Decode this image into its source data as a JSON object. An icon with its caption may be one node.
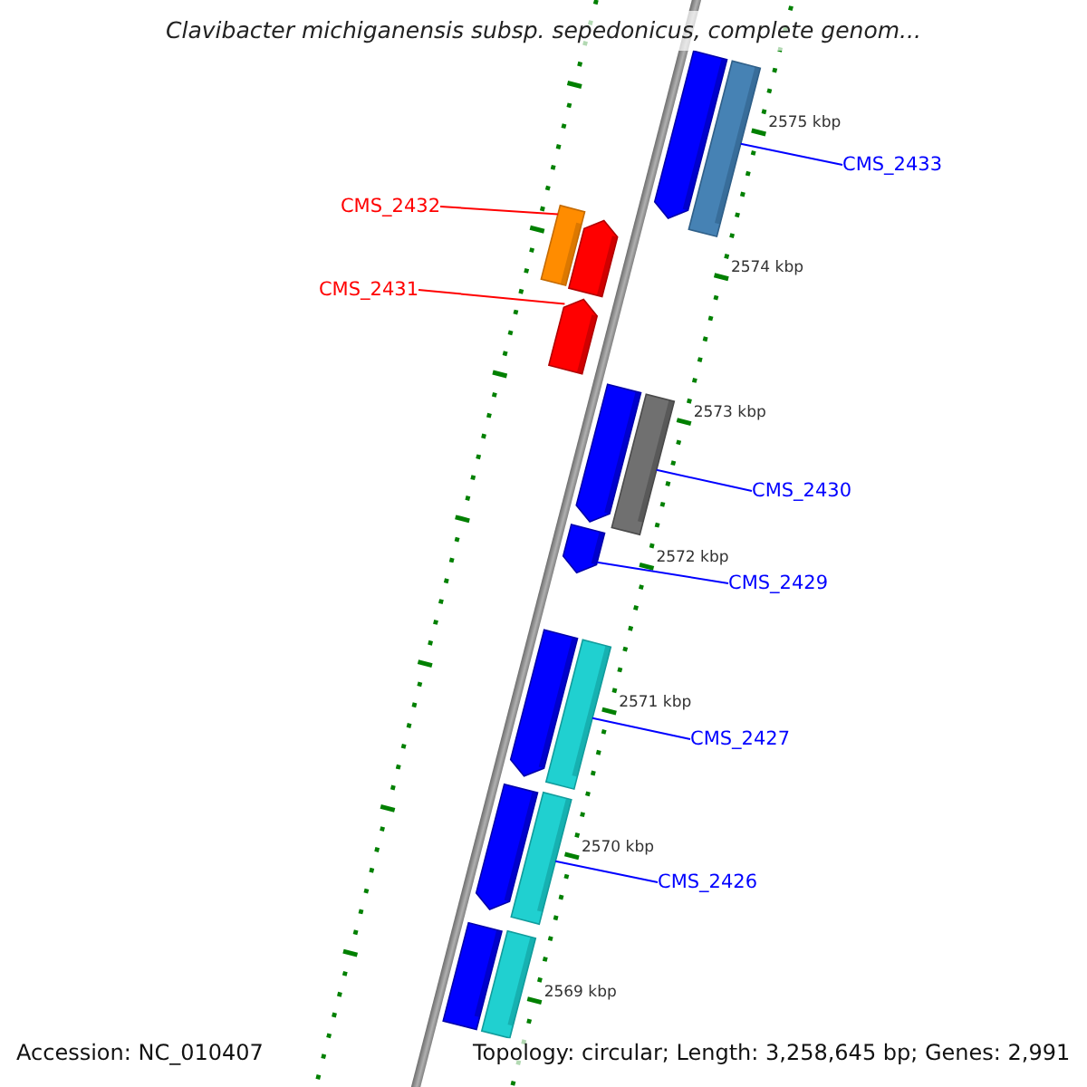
{
  "diagram": {
    "title": "Clavibacter michiganensis subsp. sepedonicus, complete genom...",
    "nodes": [
      {
        "text": [
          "CMS_2433"
        ]
      },
      {
        "text": [
          "CMS_2432"
        ]
      },
      {
        "text": [
          "CMS_2431"
        ]
      },
      {
        "text": [
          "CMS_2430"
        ]
      },
      {
        "text": [
          "CMS_2429"
        ]
      },
      {
        "text": [
          "CMS_2427"
        ]
      },
      {
        "text": [
          "CMS_2426"
        ]
      },
      {
        "text": [],
        "shape": "pentagon"
      },
      {
        "text": [],
        "shape": "bar"
      },
      {
        "text": [],
        "shape": "bar"
      },
      {
        "text": [],
        "shape": "pentagon"
      },
      {
        "text": [],
        "shape": "pentagon"
      },
      {
        "text": [],
        "shape": "pentagon"
      },
      {
        "text": [],
        "shape": "bar"
      },
      {
        "text": [],
        "shape": "pentagon"
      },
      {
        "text": [],
        "shape": "pentagon"
      },
      {
        "text": [],
        "shape": "bar"
      },
      {
        "text": [],
        "shape": "pentagon"
      },
      {
        "text": [],
        "shape": "bar"
      },
      {
        "text": [],
        "shape": "bar"
      },
      {
        "text": [],
        "shape": "bar"
      }
    ],
    "edges": [
      {
        "from": 0,
        "to": 8,
        "arrow": "none"
      },
      {
        "from": 1,
        "to": 9,
        "arrow": "none",
        "color": "#ff0000"
      },
      {
        "from": 2,
        "to": 11,
        "arrow": "none",
        "color": "#ff0000"
      },
      {
        "from": 3,
        "to": 13,
        "arrow": "none"
      },
      {
        "from": 4,
        "to": 14,
        "arrow": "none"
      },
      {
        "from": 5,
        "to": 16,
        "arrow": "none"
      },
      {
        "from": 6,
        "to": 18,
        "arrow": "none"
      }
    ],
    "labels": [
      "2575 kbp",
      "2574 kbp",
      "2573 kbp",
      "2572 kbp",
      "2571 kbp",
      "2570 kbp",
      "2569 kbp",
      "Accession: NC_010407",
      "Topology: circular; Length: 3,258,645 bp; Genes: 2,991"
    ]
  }
}
